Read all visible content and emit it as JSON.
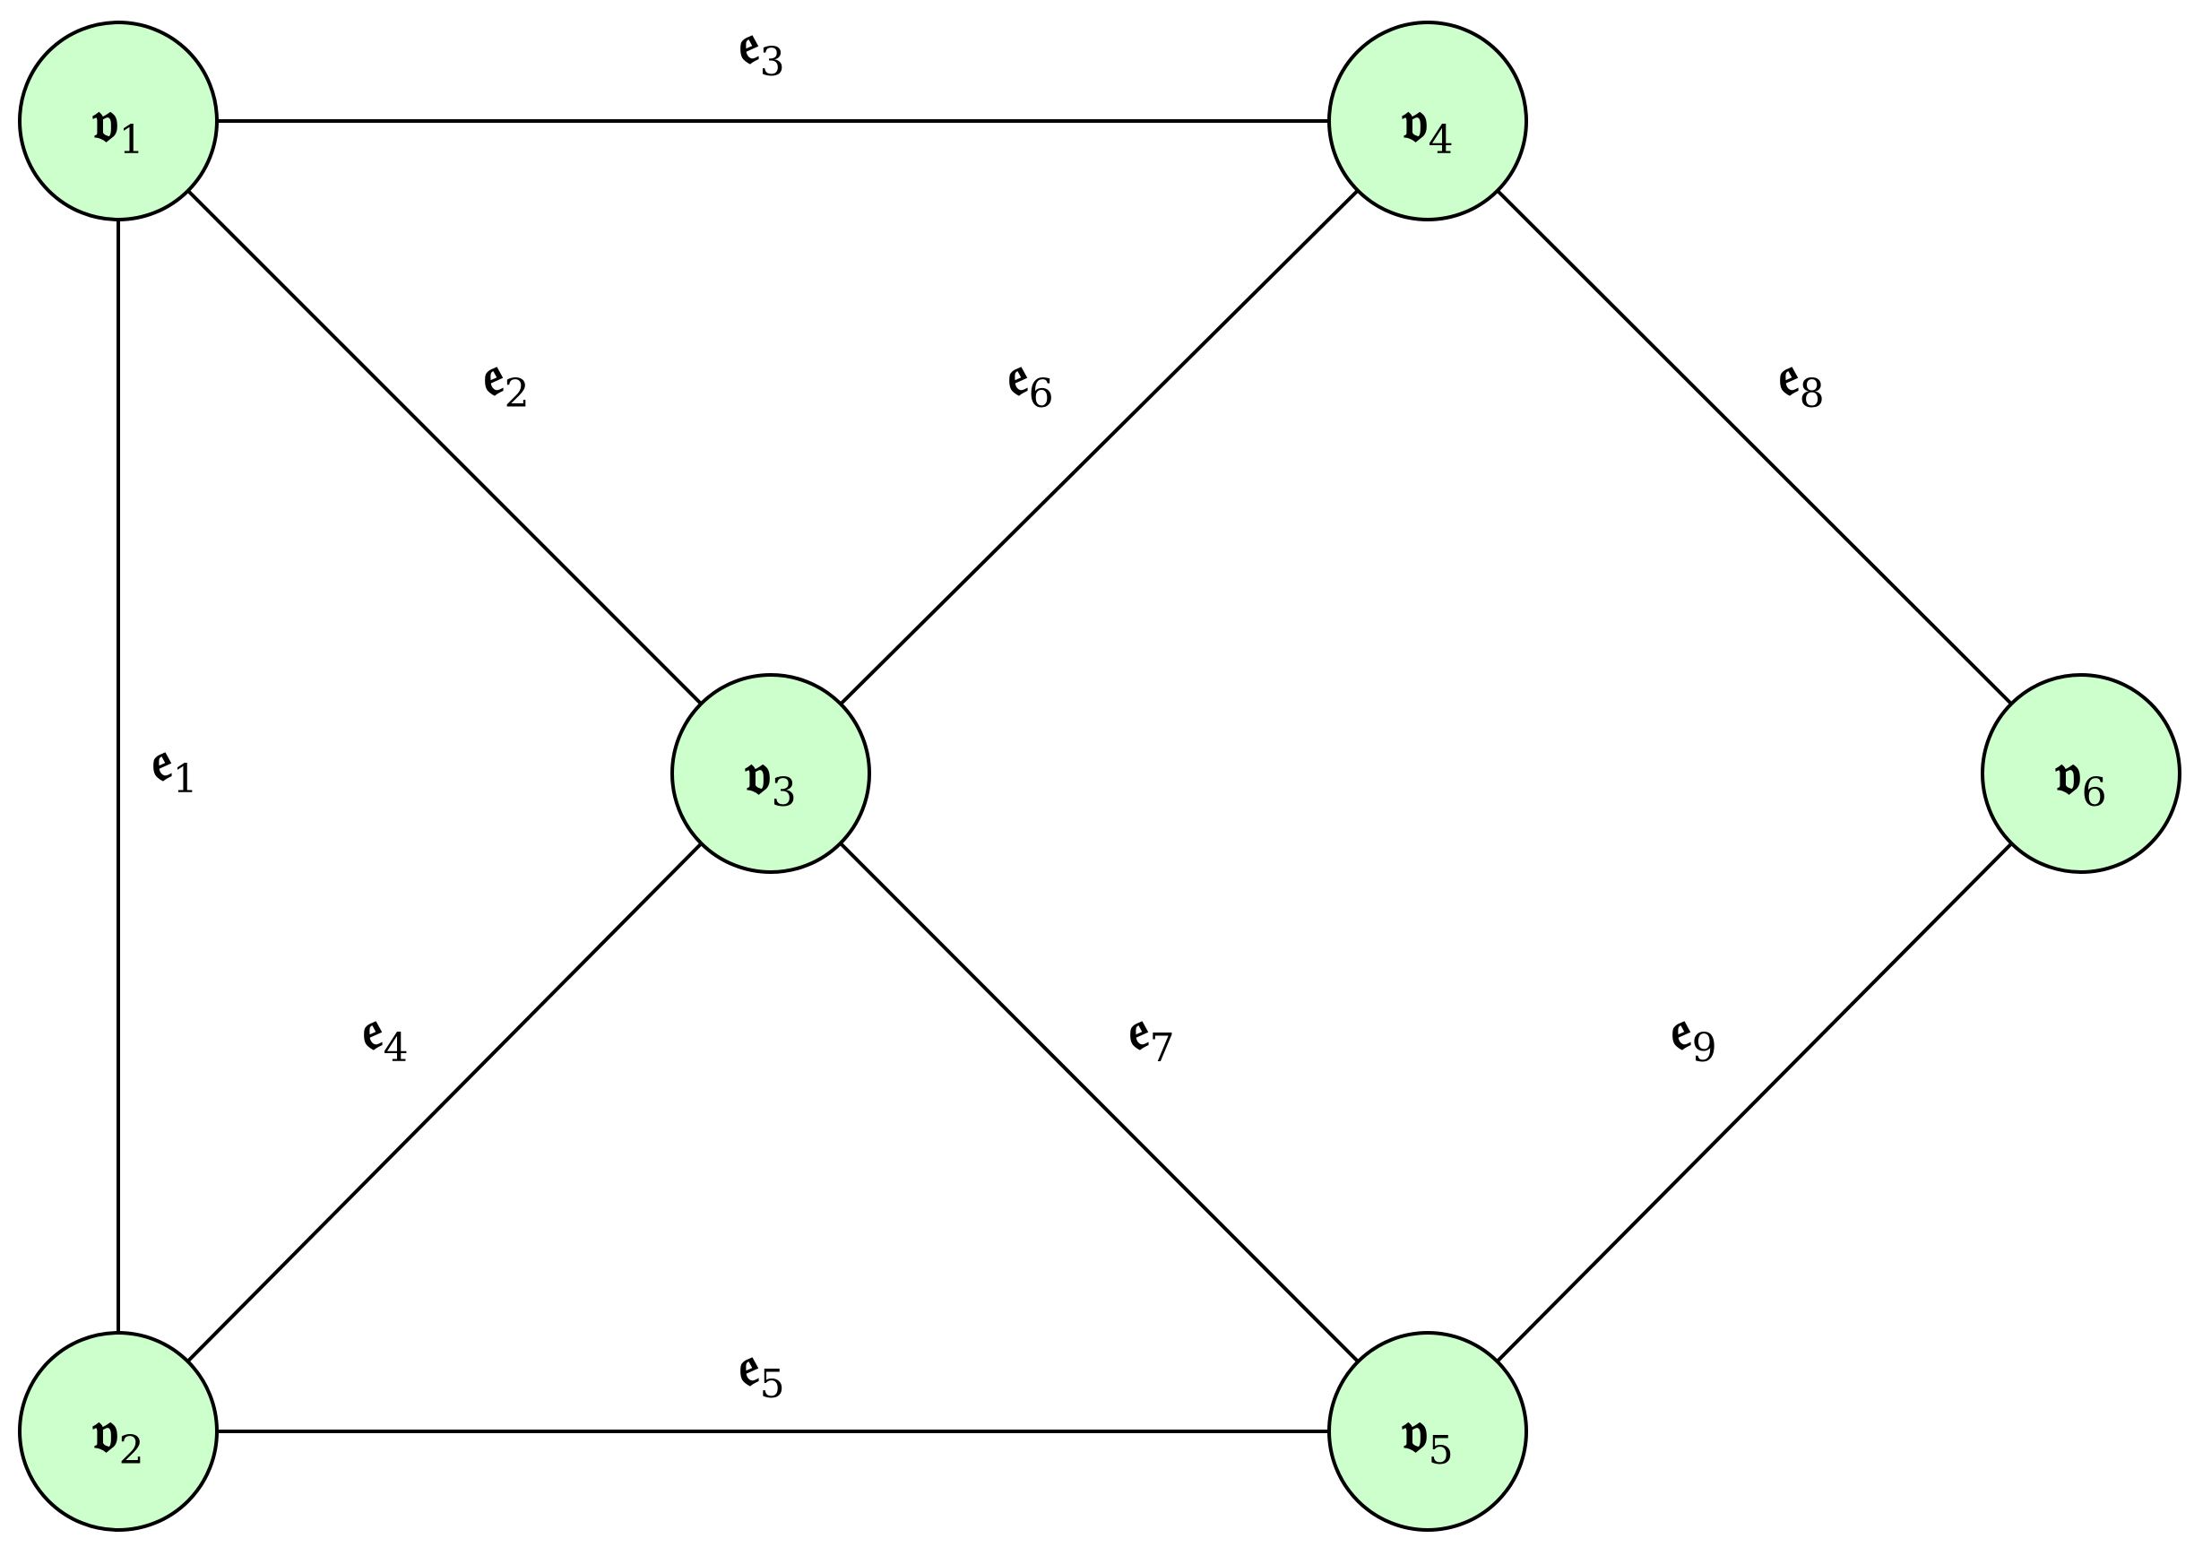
{
  "graph": {
    "node_fill": "#ccffcc",
    "line_color": "#000000",
    "nodes": [
      {
        "id": "v1",
        "glyph": "𝔳",
        "sub": "1"
      },
      {
        "id": "v2",
        "glyph": "𝔳",
        "sub": "2"
      },
      {
        "id": "v3",
        "glyph": "𝔳",
        "sub": "3"
      },
      {
        "id": "v4",
        "glyph": "𝔳",
        "sub": "4"
      },
      {
        "id": "v5",
        "glyph": "𝔳",
        "sub": "5"
      },
      {
        "id": "v6",
        "glyph": "𝔳",
        "sub": "6"
      }
    ],
    "edges": [
      {
        "id": "e1",
        "from": "v1",
        "to": "v2",
        "glyph": "𝔢",
        "sub": "1"
      },
      {
        "id": "e2",
        "from": "v1",
        "to": "v3",
        "glyph": "𝔢",
        "sub": "2"
      },
      {
        "id": "e3",
        "from": "v1",
        "to": "v4",
        "glyph": "𝔢",
        "sub": "3"
      },
      {
        "id": "e4",
        "from": "v2",
        "to": "v3",
        "glyph": "𝔢",
        "sub": "4"
      },
      {
        "id": "e5",
        "from": "v2",
        "to": "v5",
        "glyph": "𝔢",
        "sub": "5"
      },
      {
        "id": "e6",
        "from": "v3",
        "to": "v4",
        "glyph": "𝔢",
        "sub": "6"
      },
      {
        "id": "e7",
        "from": "v3",
        "to": "v5",
        "glyph": "𝔢",
        "sub": "7"
      },
      {
        "id": "e8",
        "from": "v4",
        "to": "v6",
        "glyph": "𝔢",
        "sub": "8"
      },
      {
        "id": "e9",
        "from": "v5",
        "to": "v6",
        "glyph": "𝔢",
        "sub": "9"
      }
    ]
  }
}
